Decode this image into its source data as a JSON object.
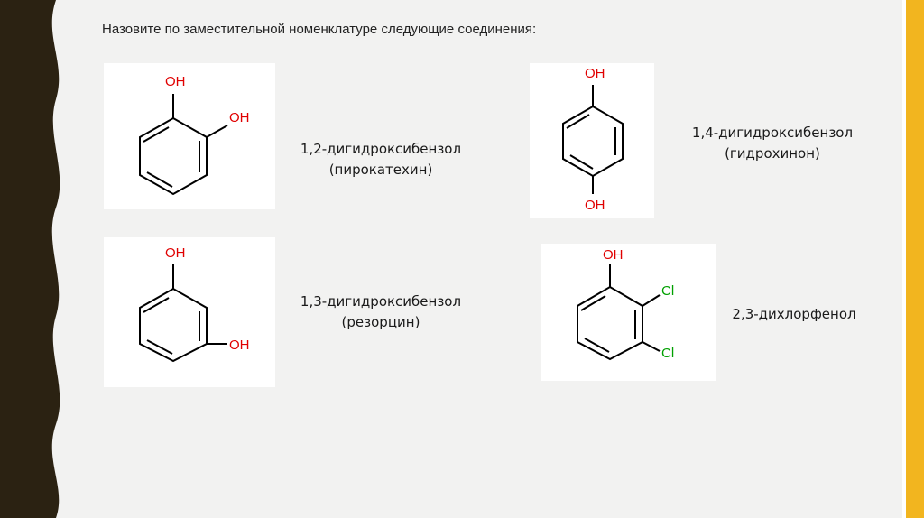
{
  "slide": {
    "heading": "Назовите по заместительной номенклатуре следующие соединения:"
  },
  "compounds": [
    {
      "systematic_name": "1,2-дигидроксибензол",
      "common_name": "(пирокатехин)",
      "substituents": [
        "OH",
        "OH"
      ]
    },
    {
      "systematic_name": "1,4-дигидроксибензол",
      "common_name": "(гидрохинон)",
      "substituents": [
        "OH",
        "OH"
      ]
    },
    {
      "systematic_name": "1,3-дигидроксибензол",
      "common_name": "(резорцин)",
      "substituents": [
        "OH",
        "OH"
      ]
    },
    {
      "systematic_name": "2,3-дихлорфенол",
      "substituents": [
        "OH",
        "Cl",
        "Cl"
      ]
    }
  ],
  "colors": {
    "accent_stripe": "#f2b51f",
    "border_dark": "#2b2212",
    "hydroxyl": "#e00000",
    "chlorine": "#00a000"
  }
}
